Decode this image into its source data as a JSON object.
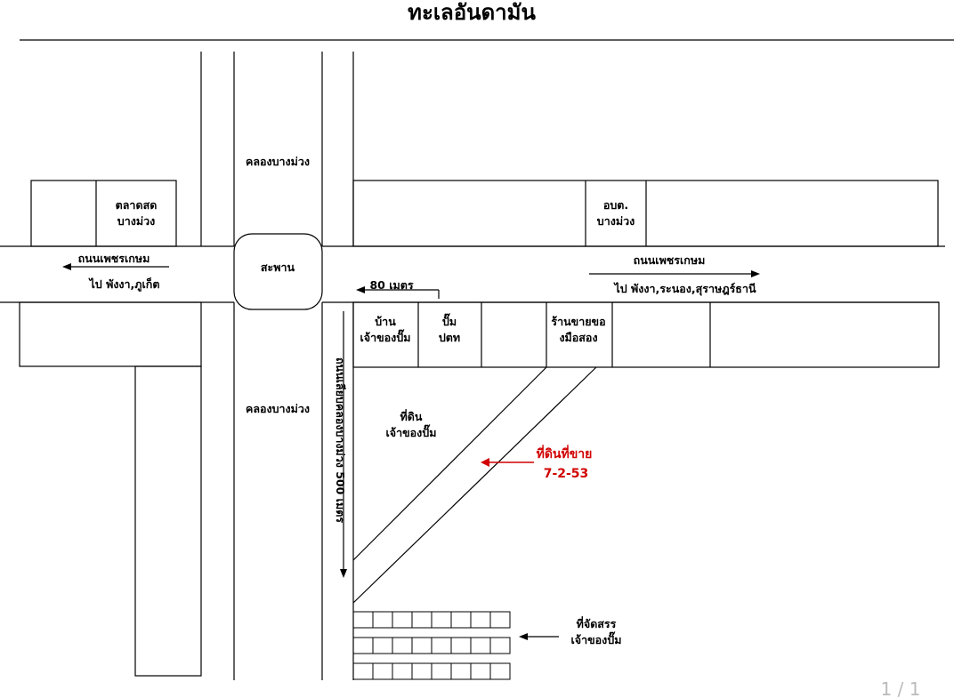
{
  "map": {
    "title": "ทะเลอันดามัน",
    "labels": {
      "canal_top": "คลองบางม่วง",
      "canal_bottom": "คลองบางม่วง",
      "market": "ตลาดสด\nบางม่วง",
      "obt": "อบต.\nบางม่วง",
      "bridge": "สะพาน",
      "road_left": "ถนนเพชรเกษม",
      "road_left_dest": "ไป พังงา,ภูเก็ต",
      "road_right": "ถนนเพชรเกษม",
      "road_right_dest": "ไป พังงา,ระนอง,สุราษฎร์ธานี",
      "distance_80": "80 เมตร",
      "owner_house": "บ้าน\nเจ้าของปั๊ม",
      "pump": "ปั๊ม\nปตท",
      "secondhand_shop": "ร้านขายขอ\nงมือสอง",
      "owner_land": "ที่ดิน\nเจ้าของปั๊ม",
      "canal_side_road": "ถนนเลียบคลองบางม่วง 500 เมตร",
      "plot_for_sale": "ที่ดินที่ขาย",
      "plot_number": "7-2-53",
      "allotment": "ที่จัดสรร\nเจ้าของปั๊ม"
    },
    "colors": {
      "highlight": "#d10000",
      "line": "#000000"
    },
    "page_indicator": "1 / 1"
  }
}
